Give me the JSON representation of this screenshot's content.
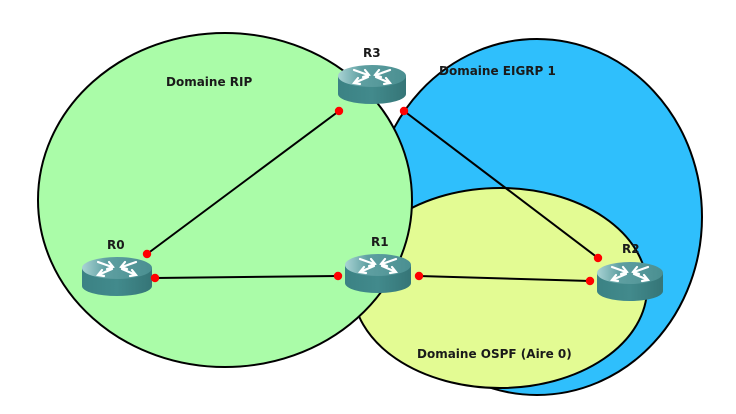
{
  "diagram": {
    "type": "network-topology",
    "colors": {
      "rip_fill": "#aafca8",
      "eigrp_fill": "#2fbffc",
      "ospf_fill": "#e3fb93",
      "outline": "#000000",
      "link": "#000000",
      "port_dot": "#ff0000",
      "router_top": "#5a9ea0",
      "router_side": "#3f8587",
      "router_arrows": "#ffffff"
    },
    "domains": [
      {
        "id": "eigrp",
        "label": "Domaine EIGRP 1"
      },
      {
        "id": "rip",
        "label": "Domaine RIP"
      },
      {
        "id": "ospf",
        "label": "Domaine OSPF (Aire 0)"
      }
    ],
    "routers": [
      {
        "id": "R3",
        "label": "R3",
        "icon": "router-icon"
      },
      {
        "id": "R0",
        "label": "R0",
        "icon": "router-icon"
      },
      {
        "id": "R1",
        "label": "R1",
        "icon": "router-icon"
      },
      {
        "id": "R2",
        "label": "R2",
        "icon": "router-icon"
      }
    ],
    "links": [
      {
        "from": "R3",
        "to": "R0"
      },
      {
        "from": "R0",
        "to": "R1"
      },
      {
        "from": "R3",
        "to": "R2"
      },
      {
        "from": "R1",
        "to": "R2"
      }
    ]
  }
}
